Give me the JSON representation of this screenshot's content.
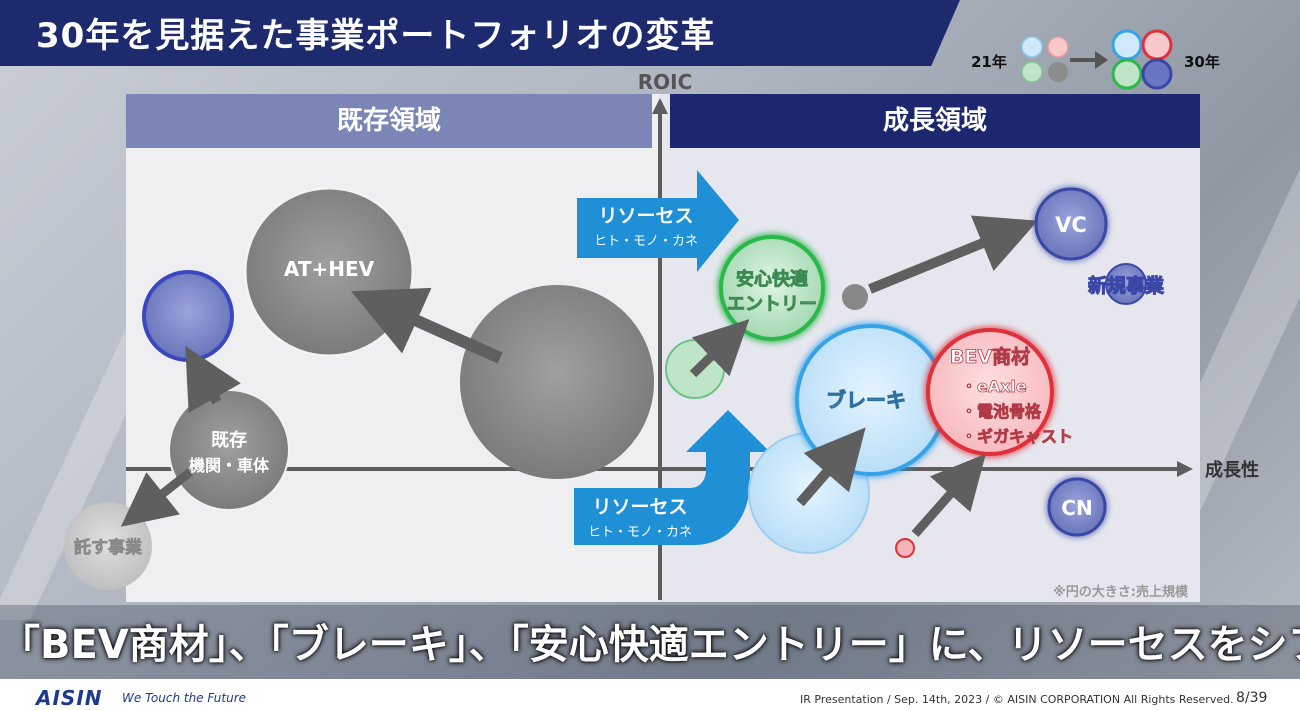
{
  "title": "30年を見据えた事業ポートフォリオの変革",
  "legend": {
    "from_label": "21年",
    "to_label": "30年"
  },
  "sections": {
    "existing": "既存領域",
    "growth": "成長領域"
  },
  "axes": {
    "y_label": "ROIC",
    "x_label": "成長性"
  },
  "resource_arrows": [
    {
      "title": "リソーセス",
      "sub": "ヒト・モノ・カネ"
    },
    {
      "title": "リソーセス",
      "sub": "ヒト・モノ・カネ"
    }
  ],
  "bubbles": {
    "at_hev": "AT+HEV",
    "existing_line1": "既存",
    "existing_line2": "機関・車体",
    "outsource": "託す事業",
    "safety_line1": "安心快適",
    "safety_line2": "エントリー",
    "brake": "ブレーキ",
    "bev_title": "BEV商材",
    "bev_items": [
      "・eAxle",
      "・電池骨格",
      "・ギガキャスト"
    ],
    "vc": "VC",
    "new_business": "新規事業",
    "cn": "CN"
  },
  "note": "※円の大きさ:売上規模",
  "message": "「BEV商材」、「ブレーキ」、「安心快適エントリー」に、リソーセスをシフト",
  "footer": {
    "logo": "AISIN",
    "tagline": "We Touch the Future",
    "copyright": "IR Presentation / Sep. 14th, 2023 / © AISIN CORPORATION All Rights Reserved.",
    "page": "8/39"
  },
  "colors": {
    "navy": "#1c2770",
    "gray_bubble": "#8a8a8a",
    "blue": "#36a3e8",
    "green": "#2ab84a",
    "red": "#e0303a",
    "indigo": "#4a57b8",
    "resource_arrow": "#1f8fd6"
  }
}
